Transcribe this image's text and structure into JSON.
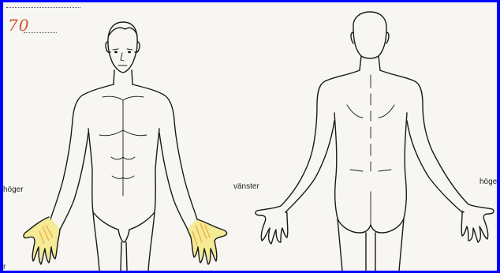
{
  "form": {
    "handwritten_number": "70",
    "labels": {
      "front_right": "höger",
      "back_left": "vänster",
      "back_right": "höger",
      "corner_mark": "r"
    }
  },
  "colors": {
    "frame": "#0000ff",
    "paper": "#f7f6f2",
    "ink": "#1a1a1a",
    "handwriting": "#d3542f",
    "highlight_yellow": "#f4e04a",
    "highlight_orange": "#f0a23a"
  },
  "figures": [
    {
      "view": "front",
      "highlighted_regions": [
        "right-palm",
        "left-palm"
      ]
    },
    {
      "view": "back",
      "highlighted_regions": []
    }
  ]
}
